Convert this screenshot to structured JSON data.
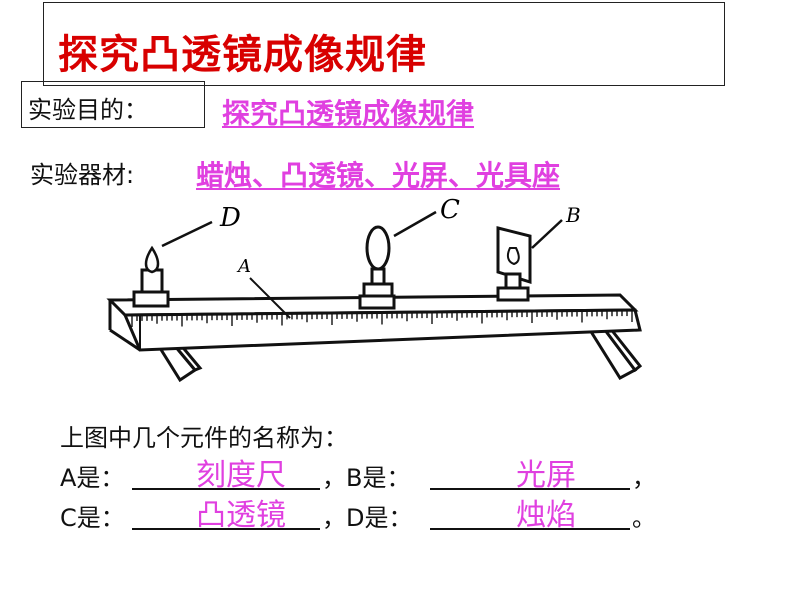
{
  "title": "探究凸透镜成像规律",
  "purpose": {
    "label": "实验目的：",
    "value": "探究凸透镜成像规律"
  },
  "equipment": {
    "label": "实验器材:",
    "value": "蜡烛、凸透镜、光屏、光具座"
  },
  "diagram": {
    "label_D": "D",
    "label_C": "C",
    "label_B": "B",
    "label_A": "A"
  },
  "question": "上图中几个元件的名称为：",
  "answers": {
    "a_label": "A是：",
    "a_value": "刻度尺",
    "b_label": "，B是：",
    "b_value": "光屏",
    "comma": "，",
    "c_label": "C是：",
    "c_value": "凸透镜",
    "d_label": "，D是：",
    "d_value": "烛焰",
    "period": "。"
  }
}
